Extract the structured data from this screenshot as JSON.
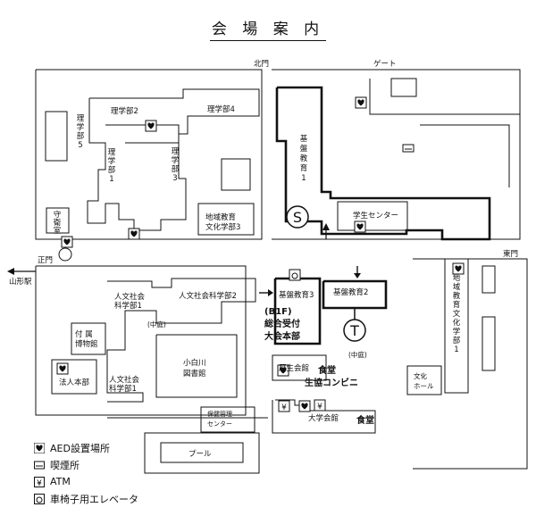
{
  "title": "会 場 案 内",
  "gates": {
    "north": "北門",
    "gate": "ゲート",
    "main": "正門",
    "east": "東門",
    "yamagata_station": "山形駅"
  },
  "buildings": {
    "rigaku2": "理学部2",
    "rigaku4": "理学部4",
    "rigaku5": "理学部5",
    "rigaku1": "理学部1",
    "rigaku3": "理学部3",
    "guard": "守衛室",
    "chiiki3": [
      "地域教育",
      "文化学部3"
    ],
    "kiban1": "基盤教育1",
    "student_center": "学生センター",
    "jinbun_kagaku1a": [
      "人文社会",
      "科学部1"
    ],
    "jinbun_kagaku2": "人文社会科学部2",
    "fuzoku_museum": [
      "付 属",
      "博物館"
    ],
    "courtyard1": "(中庭)",
    "kojirakawa": [
      "小白川",
      "図書館"
    ],
    "hojin": "法人本部",
    "jinbun_kagaku1b": [
      "人文社会",
      "科学部1"
    ],
    "kiban3": "基盤教育3",
    "b1f_reception": [
      "(B1F)",
      "総合受付",
      "大会本部"
    ],
    "kiban2": "基盤教育2",
    "courtyard2": "(中庭)",
    "kosei": "厚生会館",
    "shokudo1": [
      "食堂",
      "生協コンビニ"
    ],
    "bunka_hall": [
      "文化",
      "ホール"
    ],
    "chiiki1": [
      "地域教育文化学部1"
    ],
    "hoken": [
      "保健管理",
      "センター"
    ],
    "daigaku_kaikan": "大学会館",
    "shokudo2": "食堂",
    "pool": "プール"
  },
  "markers": {
    "S": "S",
    "T": "T"
  },
  "legend": [
    {
      "icon": "aed-icon",
      "label": "AED設置場所"
    },
    {
      "icon": "smoking-icon",
      "label": "喫煙所"
    },
    {
      "icon": "atm-icon",
      "label": "ATM"
    },
    {
      "icon": "wheelchair-icon",
      "label": "車椅子用エレベータ"
    }
  ]
}
